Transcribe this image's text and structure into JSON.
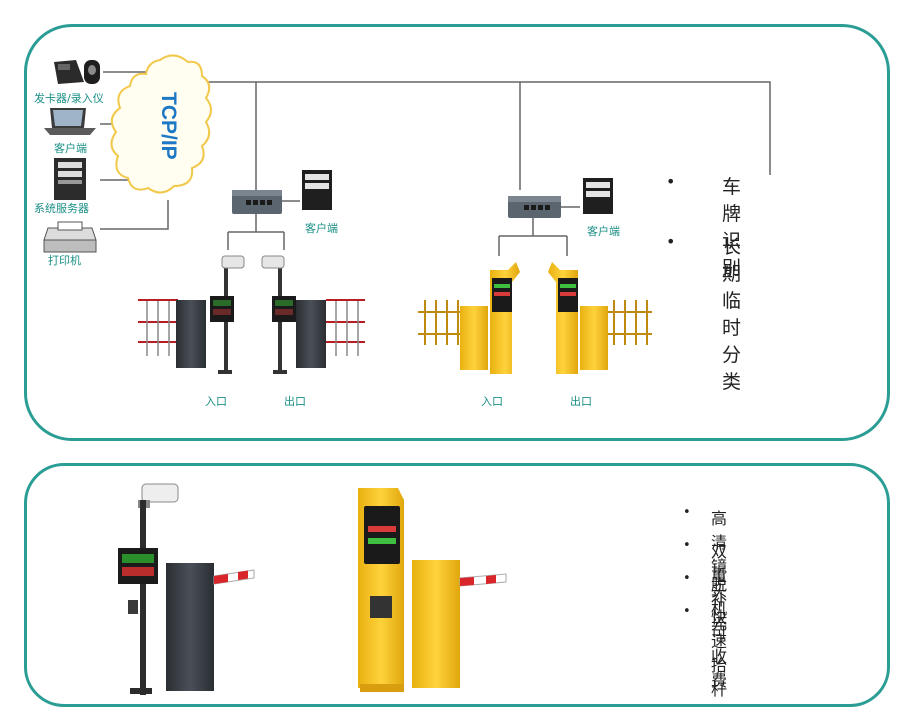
{
  "network": {
    "protocol": "TCP/IP",
    "devices": {
      "card_issuer": "发卡器/录入仪",
      "client": "客户端",
      "server": "系统服务器",
      "printer": "打印机"
    },
    "client_label": "客户端",
    "entrance_label": "入口",
    "exit_label": "出口"
  },
  "features_top": [
    "车牌识别",
    "长期临时分类"
  ],
  "features_bottom": [
    "高清镜头",
    "双重补光",
    "脱机可收费",
    "快速抬杆"
  ],
  "bullet": "•",
  "colors": {
    "border": "#2a9d94",
    "label": "#1a8f86",
    "barrier_yellow": "#f4c21f",
    "barrier_dark": "#3c4248",
    "arm_red": "#d9262b",
    "cloud_outline": "#f2c84b"
  }
}
